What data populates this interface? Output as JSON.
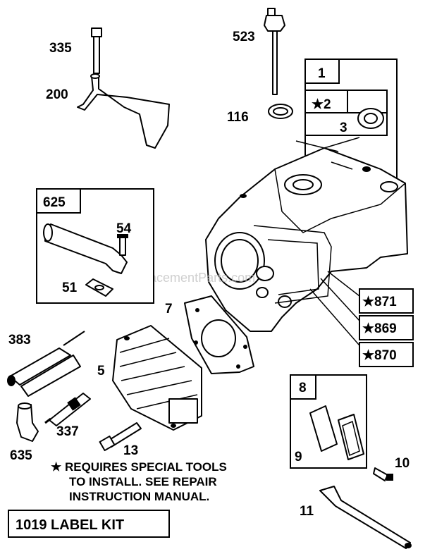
{
  "parts": {
    "p335": "335",
    "p200": "200",
    "p523": "523",
    "p116": "116",
    "p1": "1",
    "p2": "★2",
    "p3": "3",
    "p625": "625",
    "p54": "54",
    "p51": "51",
    "p7": "7",
    "p871": "★871",
    "p869": "★869",
    "p870": "★870",
    "p383": "383",
    "p5": "5",
    "p337": "337",
    "p635": "635",
    "p13": "13",
    "p8": "8",
    "p9": "9",
    "p10": "10",
    "p11": "11"
  },
  "note": {
    "line1": "★ REQUIRES SPECIAL TOOLS",
    "line2": "TO INSTALL.  SEE REPAIR",
    "line3": "INSTRUCTION MANUAL."
  },
  "kit_label": "1019 LABEL KIT",
  "watermark": "eReplacementParts.com"
}
